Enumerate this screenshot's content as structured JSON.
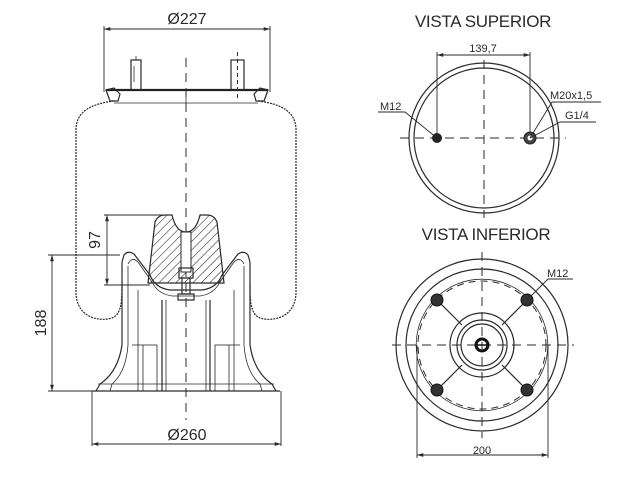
{
  "drawing": {
    "subject": "air spring",
    "side_view": {
      "top_diameter_label": "Ø227",
      "bottom_diameter_label": "Ø260",
      "height_label": "188",
      "piston_height_label": "97"
    },
    "top_view": {
      "title": "VISTA SUPERIOR",
      "stud_spacing_label": "139,7",
      "callouts": [
        "M12",
        "M20x1,5",
        "G1/4"
      ]
    },
    "bottom_view": {
      "title": "VISTA INFERIOR",
      "bolt_callout": "M12",
      "width_label": "200"
    },
    "colors": {
      "line": "#2a2a2a",
      "background": "#ffffff"
    }
  }
}
